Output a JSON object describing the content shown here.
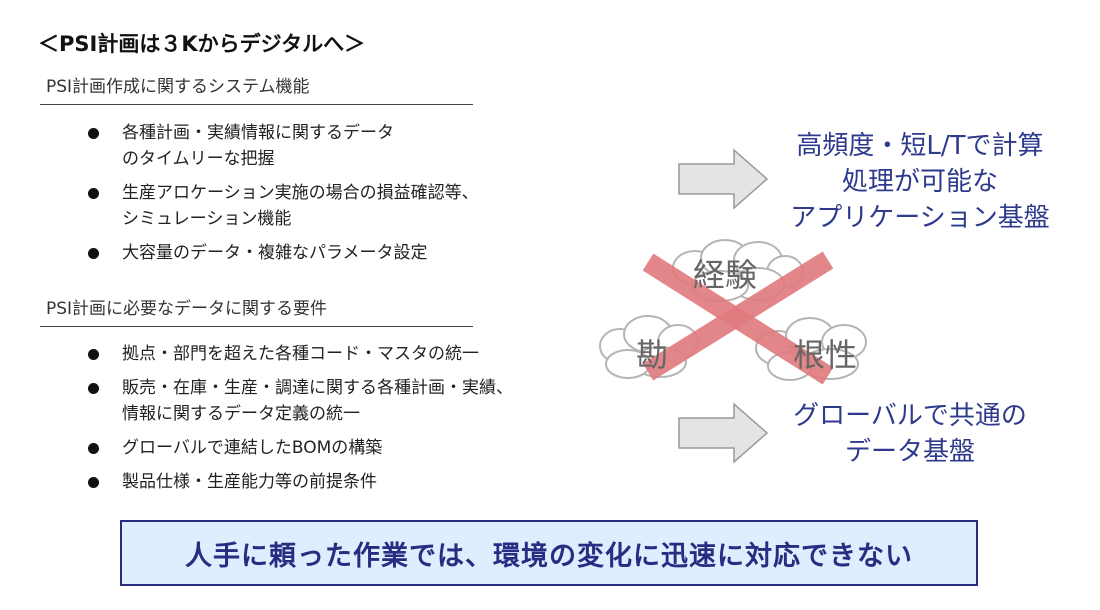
{
  "title": "＜PSI計画は３Kからデジタルへ＞",
  "sections": [
    {
      "heading": "PSI計画作成に関するシステム機能",
      "bullets": [
        {
          "line1": "各種計画・実績情報に関するデータ",
          "line2": "のタイムリーな把握"
        },
        {
          "line1": "生産アロケーション実施の場合の損益確認等、",
          "line2": "シミュレーション機能"
        },
        {
          "line1": "大容量のデータ・複雑なパラメータ設定",
          "line2": ""
        }
      ]
    },
    {
      "heading": "PSI計画に必要なデータに関する要件",
      "bullets": [
        {
          "line1": "拠点・部門を超えた各種コード・マスタの統一",
          "line2": ""
        },
        {
          "line1": "販売・在庫・生産・調達に関する各種計画・実績、",
          "line2": "情報に関するデータ定義の統一"
        },
        {
          "line1": "グローバルで連結したBOMの構築",
          "line2": ""
        },
        {
          "line1": "製品仕様・生産能力等の前提条件",
          "line2": ""
        }
      ]
    }
  ],
  "results": [
    {
      "lines": [
        "高頻度・短L/Tで計算",
        "処理が可能な",
        "アプリケーション基盤"
      ]
    },
    {
      "lines": [
        "グローバルで共通の",
        "データ基盤"
      ]
    }
  ],
  "three_k": [
    "経験",
    "勘",
    "根性"
  ],
  "bottom_banner": "人手に頼った作業では、環境の変化に迅速に対応できない",
  "colors": {
    "result_text": "#2e3a8c",
    "cross": "#e07c80",
    "banner_bg": "#ddeefe",
    "banner_border": "#2a2c82",
    "arrow_fill": "#e4e4e4"
  }
}
